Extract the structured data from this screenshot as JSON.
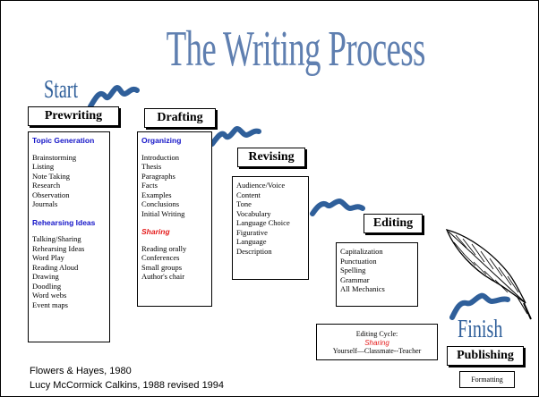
{
  "title": "The Writing Process",
  "start_label": "Start",
  "finish_label": "Finish",
  "stages": {
    "prewriting": "Prewriting",
    "drafting": "Drafting",
    "revising": "Revising",
    "editing": "Editing",
    "publishing": "Publishing"
  },
  "prewriting_box": {
    "heading1": "Topic Generation",
    "items1": [
      "Brainstorming",
      "Listing",
      "Note Taking",
      "Research",
      "Observation",
      "Journals"
    ],
    "heading2": "Rehearsing Ideas",
    "items2": [
      "Talking/Sharing",
      "Rehearsing Ideas",
      "Word Play",
      "Reading Aloud",
      "Drawing",
      "Doodling",
      "Word webs",
      "Event maps"
    ]
  },
  "drafting_box": {
    "heading1": "Organizing",
    "items1": [
      "Introduction",
      "Thesis",
      "Paragraphs",
      "Facts",
      "Examples",
      "Conclusions",
      "Initial Writing"
    ],
    "heading2": "Sharing",
    "items2": [
      "Reading orally",
      "Conferences",
      "Small groups",
      "Author's chair"
    ]
  },
  "revising_box": {
    "items": [
      "Audience/Voice",
      "Content",
      "Tone",
      "Vocabulary",
      "Language Choice",
      "Figurative",
      "Language",
      "Description"
    ]
  },
  "editing_box": {
    "items": [
      "Capitalization",
      "Punctuation",
      "Spelling",
      "Grammar",
      "All Mechanics"
    ]
  },
  "editing_cycle": {
    "line1": "Editing Cycle:",
    "line2": "Sharing",
    "line3": "Yourself—Classmate--Teacher"
  },
  "publishing_box": {
    "item": "Formatting"
  },
  "credits": {
    "line1": "Flowers & Hayes, 1980",
    "line2": "Lucy McCormick Calkins, 1988 revised 1994"
  },
  "colors": {
    "title": "#5f7fb0",
    "script": "#2f5f9a",
    "heading": "#1414c8",
    "accent_red": "#e41b1b"
  },
  "icons": [
    "squiggle-arrow-icon",
    "quill-pen-icon"
  ]
}
